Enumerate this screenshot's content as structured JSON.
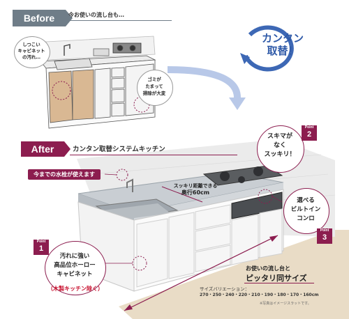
{
  "before": {
    "label": "Before",
    "caption": "今お使いの流し台も…",
    "callout_dirt": [
      "しつこい",
      "キャビネット",
      "の汚れ…"
    ],
    "callout_dust": [
      "ゴミが",
      "たまって",
      "掃除が大変"
    ]
  },
  "badge": {
    "line1": "カンタン",
    "line2": "取替！"
  },
  "after": {
    "label": "After",
    "title": "カンタン取替システムキッチン",
    "water_tag": "今までの水栓が使えます",
    "work_space": [
      "スッキリ距離できる",
      "奥行60cm"
    ],
    "gap_callout": [
      "スキマが",
      "なく",
      "スッキリ！"
    ],
    "builtin_callout": [
      "選べる",
      "ビルトイン",
      "コンロ"
    ],
    "point1_text": [
      "汚れに強い",
      "高品位ホーロー",
      "キャビネット"
    ],
    "point1_note": "（木製キッチン除く）",
    "size_line1": "お使いの流し台と",
    "size_line2": "ピッタリ同サイズ",
    "size_variation_label": "サイズバリエーション：",
    "size_values": "270・250・240・220・210・190・180・170・160cm",
    "footnote": "※写真はイメージスラットです。"
  },
  "points": [
    {
      "label": "Point",
      "number": "1"
    },
    {
      "label": "Point",
      "number": "2"
    },
    {
      "label": "Point",
      "number": "3"
    }
  ],
  "colors": {
    "accent": "#8c1d4f",
    "before_gray": "#6f7d88",
    "arrow_blue": "#5b7bbd"
  }
}
